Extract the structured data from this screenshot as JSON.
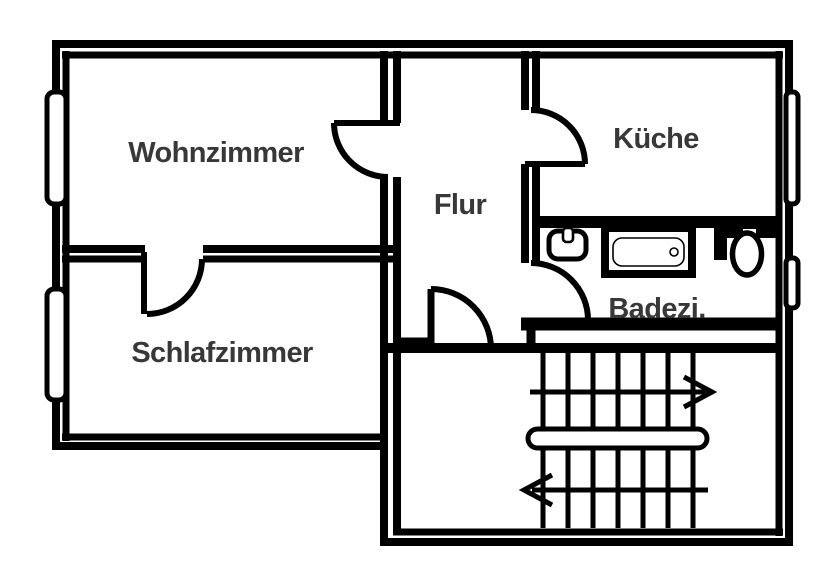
{
  "meta": {
    "title": "Grundriss Wohnung (floor plan)",
    "type": "floor-plan"
  },
  "colors": {
    "walls": "#000000",
    "label_text": "#383838",
    "background": "#ffffff"
  },
  "rooms": [
    {
      "id": "wohnzimmer",
      "label": "Wohnzimmer"
    },
    {
      "id": "kueche",
      "label": "Küche"
    },
    {
      "id": "flur",
      "label": "Flur"
    },
    {
      "id": "schlafzimmer",
      "label": "Schlafzimmer"
    },
    {
      "id": "badezimmer",
      "label": "Badezi."
    }
  ],
  "fixtures": [
    {
      "id": "bathtub",
      "name": "bathtub"
    },
    {
      "id": "sink",
      "name": "wash basin"
    },
    {
      "id": "toilet",
      "name": "toilet"
    },
    {
      "id": "stairs",
      "name": "staircase with up and down arrows"
    }
  ],
  "windows": [
    {
      "id": "window-wohnzimmer",
      "wall": "left"
    },
    {
      "id": "window-schlafzimmer",
      "wall": "left"
    },
    {
      "id": "window-kueche",
      "wall": "right"
    },
    {
      "id": "window-badezimmer",
      "wall": "right"
    }
  ],
  "doors": [
    {
      "id": "door-wohnzimmer",
      "between": "Flur / Wohnzimmer"
    },
    {
      "id": "door-kueche",
      "between": "Flur / Küche"
    },
    {
      "id": "door-badezimmer",
      "between": "Flur / Badezimmer"
    },
    {
      "id": "door-schlafzimmer",
      "between": "Wohnzimmer / Schlafzimmer"
    },
    {
      "id": "door-treppe",
      "between": "Flur / Treppenhaus"
    }
  ]
}
